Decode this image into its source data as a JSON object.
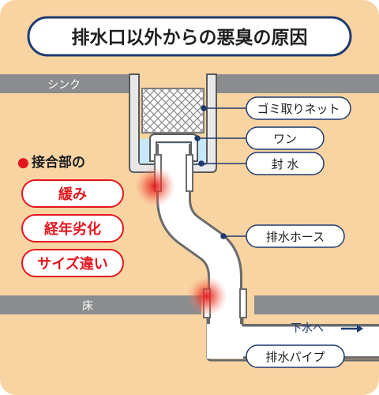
{
  "title": "排水口以外からの悪臭の原因",
  "labels": {
    "sink": "シンク",
    "floor": "床",
    "garbage_net": "ゴミ取りネット",
    "bowl": "ワン",
    "water_seal": "封 水",
    "drain_hose": "排水ホース",
    "drain_pipe": "排水パイプ",
    "to_sewer": "下水へ"
  },
  "joint_causes": {
    "heading": "●接合部の",
    "items": [
      "緩み",
      "経年劣化",
      "サイズ違い"
    ]
  },
  "colors": {
    "background": "#f8d4a2",
    "accent_red": "#e4151f",
    "navy": "#1e3a6e",
    "water": "#c7e6f7",
    "band": "#8a8c8e",
    "pipe_outline": "#6b6b6b"
  }
}
